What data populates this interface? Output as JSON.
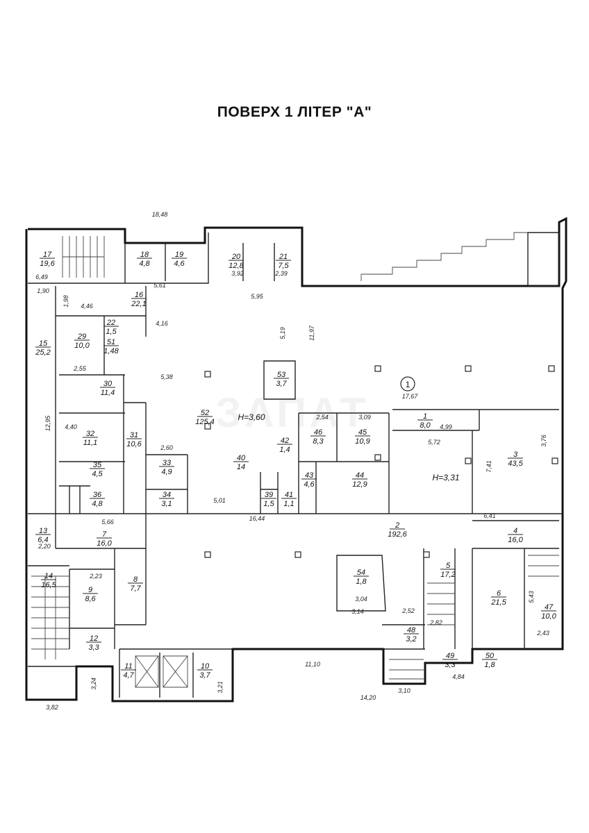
{
  "title": "ПОВЕРХ 1 ЛІТЕР  \"А\"",
  "building_mark": "1",
  "rooms": [
    {
      "id": "17",
      "area": "19,6"
    },
    {
      "id": "18",
      "area": "4,8"
    },
    {
      "id": "19",
      "area": "4,6"
    },
    {
      "id": "20",
      "area": "12,8"
    },
    {
      "id": "21",
      "area": "7,5"
    },
    {
      "id": "16",
      "area": "22,1"
    },
    {
      "id": "29",
      "area": "10,0"
    },
    {
      "id": "15",
      "area": "25,2"
    },
    {
      "id": "30",
      "area": "11,4"
    },
    {
      "id": "32",
      "area": "11,1"
    },
    {
      "id": "31",
      "area": "10,6"
    },
    {
      "id": "33",
      "area": "4,9"
    },
    {
      "id": "34",
      "area": "3,1"
    },
    {
      "id": "35",
      "area": "4,5"
    },
    {
      "id": "36",
      "area": "4,8"
    },
    {
      "id": "52",
      "area": "125,4"
    },
    {
      "id": "53",
      "area": "3,7"
    },
    {
      "id": "40",
      "area": "14"
    },
    {
      "id": "42",
      "area": "1,4"
    },
    {
      "id": "39",
      "area": "1,5"
    },
    {
      "id": "41",
      "area": "1,1"
    },
    {
      "id": "46",
      "area": "8,3"
    },
    {
      "id": "45",
      "area": "10,9"
    },
    {
      "id": "43",
      "area": "4,6"
    },
    {
      "id": "44",
      "area": "12,9"
    },
    {
      "id": "1",
      "area": "8,0"
    },
    {
      "id": "3",
      "area": "43,5"
    },
    {
      "id": "2",
      "area": "192,6"
    },
    {
      "id": "4",
      "area": "16,0"
    },
    {
      "id": "13",
      "area": "6,4"
    },
    {
      "id": "7",
      "area": "16,0"
    },
    {
      "id": "8",
      "area": "7,7"
    },
    {
      "id": "9",
      "area": "8,6"
    },
    {
      "id": "14",
      "area": "16,5"
    },
    {
      "id": "12",
      "area": "3,3"
    },
    {
      "id": "11",
      "area": "4,7"
    },
    {
      "id": "10",
      "area": "3,7"
    },
    {
      "id": "54",
      "area": "1,8"
    },
    {
      "id": "5",
      "area": "17,2"
    },
    {
      "id": "6",
      "area": "21,5"
    },
    {
      "id": "47",
      "area": "10,0"
    },
    {
      "id": "48",
      "area": "3,2"
    },
    {
      "id": "49",
      "area": "3,3"
    },
    {
      "id": "50",
      "area": "1,8"
    },
    {
      "id": "51",
      "area": "1,48"
    },
    {
      "id": "22",
      "area": "1,5"
    }
  ],
  "heights": [
    "H=3,60",
    "H=3,31"
  ],
  "dimensions": [
    "18,48",
    "5,95",
    "11,97",
    "17,67",
    "16,44",
    "11,10",
    "14,20",
    "3,82",
    "3,10",
    "4,84",
    "6,49",
    "5,61",
    "4,46",
    "12,95",
    "5,38",
    "2,60",
    "5,01",
    "5,19",
    "3,09",
    "2,54",
    "5,72",
    "7,41",
    "4,99",
    "6,41",
    "5,66",
    "3,92",
    "2,39",
    "2,55",
    "4,40",
    "4,16",
    "2,52",
    "2,82",
    "2,43",
    "3,04",
    "3,14",
    "5,43",
    "3,76",
    "2,23",
    "2,20",
    "1,90",
    "1,98",
    "3,24",
    "3,21"
  ]
}
